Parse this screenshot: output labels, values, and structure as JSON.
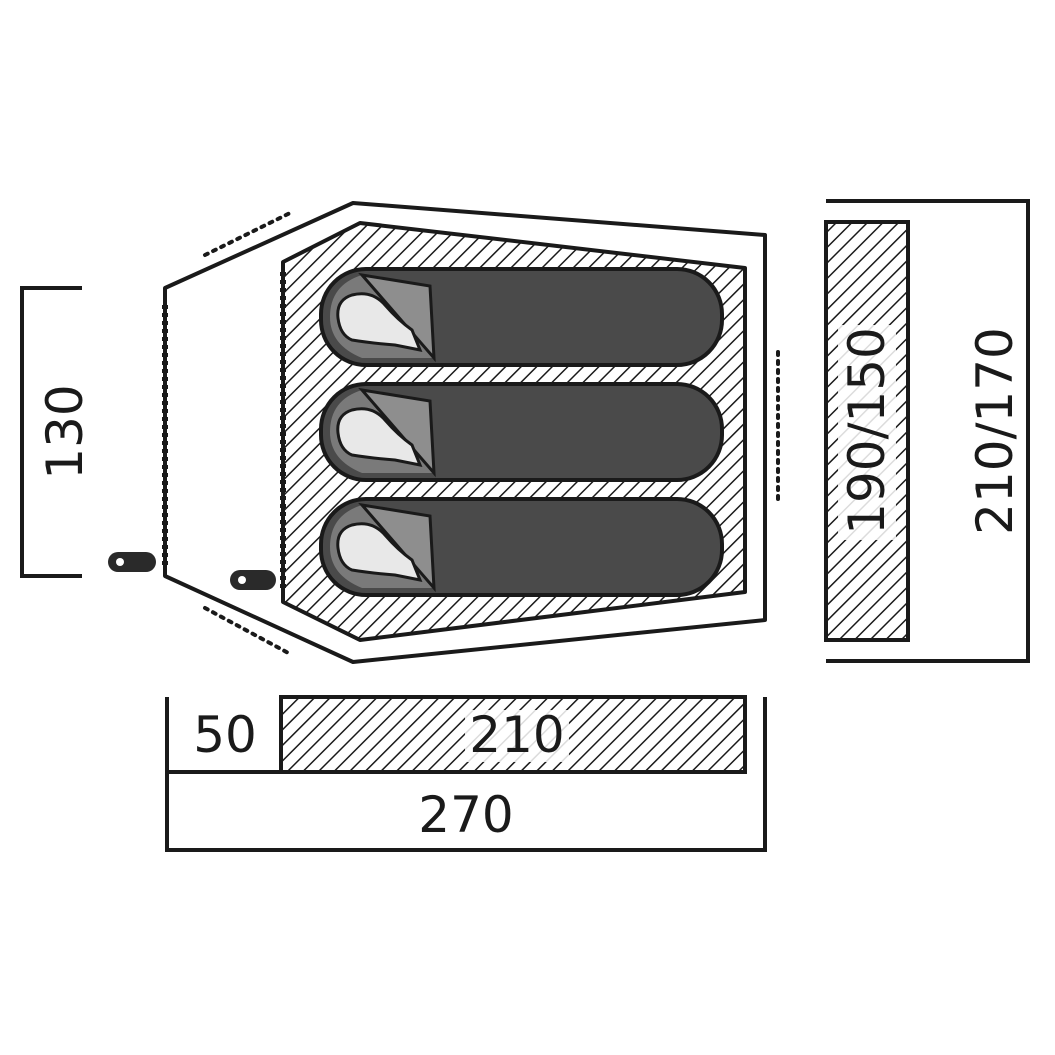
{
  "labels": {
    "vestibule_depth": "50",
    "inner_length": "210",
    "total_length": "270",
    "height": "130",
    "inner_width": "190/150",
    "total_width": "210/170"
  },
  "icons": {
    "sleeping_bag": "sleeping-bag-icon",
    "tent_peg": "tent-peg-icon"
  },
  "colors": {
    "line": "#1a1a1a",
    "sleeping_bag": "#4a4a4a",
    "pillow": "#7a7a7a",
    "head": "#e8e8e8"
  }
}
